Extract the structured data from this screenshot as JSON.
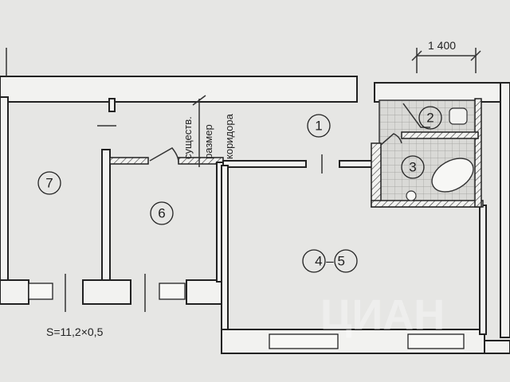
{
  "dimension": {
    "label": "1 400"
  },
  "rooms": [
    {
      "id": "room-1",
      "label": "1"
    },
    {
      "id": "room-2",
      "label": "2"
    },
    {
      "id": "room-3",
      "label": "3"
    },
    {
      "id": "room-45",
      "label": "4 – 5"
    },
    {
      "id": "room-6",
      "label": "6"
    },
    {
      "id": "room-7",
      "label": "7"
    }
  ],
  "corridor_note": [
    "существ.",
    "размер",
    "коридора"
  ],
  "area_formula": "S=11,2×0,5",
  "watermark": "ЦИАН"
}
